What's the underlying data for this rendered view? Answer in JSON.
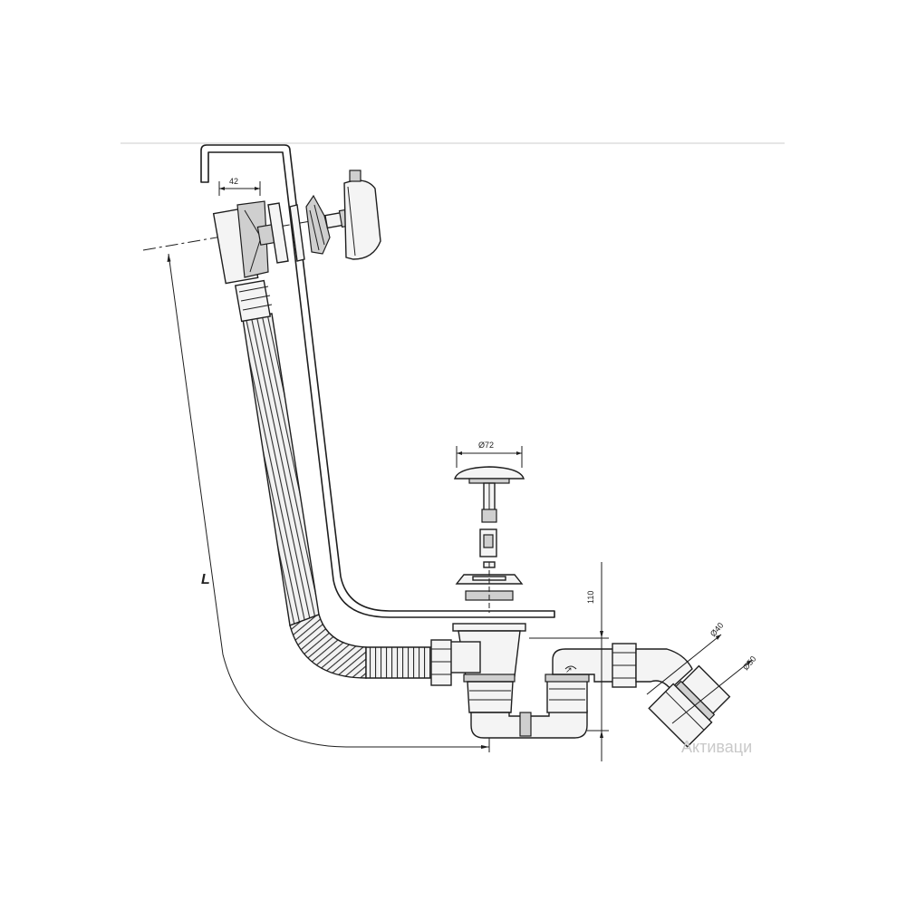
{
  "diagram": {
    "dimensions": {
      "width_top": "42",
      "drain_diameter": "Ø72",
      "height": "110",
      "outlet_small": "Ø40",
      "outlet_large": "Ø50",
      "length": "L"
    }
  },
  "watermark": "Активаци"
}
